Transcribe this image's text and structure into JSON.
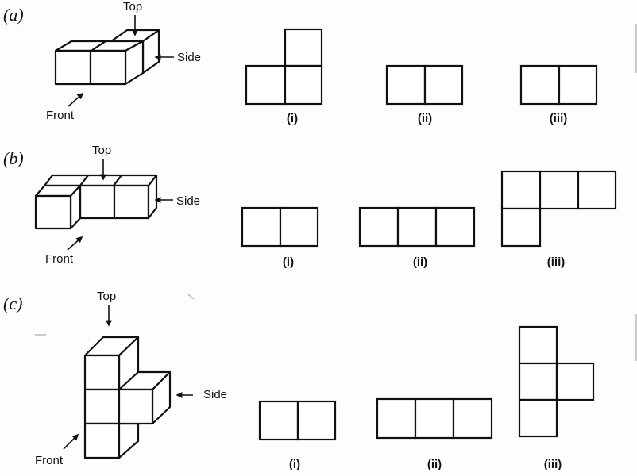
{
  "figure": {
    "parts": [
      {
        "tag": "(a)",
        "labels": {
          "top": "Top",
          "side": "Side",
          "front": "Front"
        },
        "solid": "2 cubes in a row (front), 1 cube behind the right cube",
        "views": [
          {
            "numeral": "(i)",
            "cells": [
              [
                1,
                0
              ],
              [
                0,
                1
              ],
              [
                1,
                1
              ]
            ]
          },
          {
            "numeral": "(ii)",
            "cells": [
              [
                0,
                0
              ],
              [
                1,
                0
              ]
            ]
          },
          {
            "numeral": "(iii)",
            "cells": [
              [
                0,
                0
              ],
              [
                1,
                0
              ]
            ]
          }
        ]
      },
      {
        "tag": "(b)",
        "labels": {
          "top": "Top",
          "side": "Side",
          "front": "Front"
        },
        "solid": "1 cube in front-left, 3 cubes in back row",
        "views": [
          {
            "numeral": "(i)",
            "cells": [
              [
                0,
                0
              ],
              [
                1,
                0
              ]
            ]
          },
          {
            "numeral": "(ii)",
            "cells": [
              [
                0,
                0
              ],
              [
                1,
                0
              ],
              [
                2,
                0
              ]
            ]
          },
          {
            "numeral": "(iii)",
            "cells": [
              [
                0,
                0
              ],
              [
                1,
                0
              ],
              [
                2,
                0
              ],
              [
                0,
                1
              ]
            ]
          }
        ]
      },
      {
        "tag": "(c)",
        "labels": {
          "top": "Top",
          "side": "Side",
          "front": "Front"
        },
        "solid": "vertical column of 3 cubes with 1 cube attached at middle right",
        "views": [
          {
            "numeral": "(i)",
            "cells": [
              [
                0,
                0
              ],
              [
                1,
                0
              ]
            ]
          },
          {
            "numeral": "(ii)",
            "cells": [
              [
                0,
                0
              ],
              [
                1,
                0
              ],
              [
                2,
                0
              ]
            ]
          },
          {
            "numeral": "(iii)",
            "cells": [
              [
                0,
                0
              ],
              [
                0,
                1
              ],
              [
                1,
                1
              ],
              [
                0,
                2
              ]
            ]
          }
        ]
      }
    ]
  }
}
